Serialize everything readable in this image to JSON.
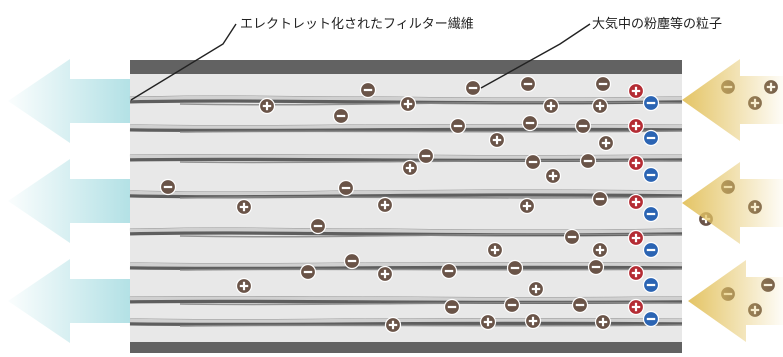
{
  "labels": {
    "fiber": "エレクトレット化されたフィルター繊維",
    "dust": "大気中の粉塵等の粒子"
  },
  "colors": {
    "panel": "#e8e8e8",
    "panel_border": "#626262",
    "fiber_light": "#d0d0d0",
    "fiber_dark": "#5e5e5e",
    "particle": "#6a5448",
    "plus_charge": "#b42c34",
    "minus_charge": "#2b64b3",
    "clean_arrow": "#a9dde2",
    "dirty_arrow": "#e4c464"
  },
  "fiber_count": 8,
  "outflow_arrow_count": 3,
  "inflow_arrow_count": 3
}
